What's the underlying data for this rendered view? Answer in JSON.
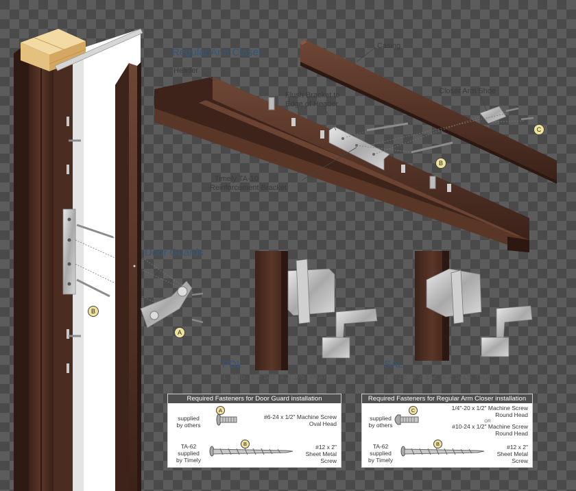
{
  "title": "Regular Arm Closer",
  "labels": {
    "header": "Header",
    "casing": "Casing",
    "flush_bracket_1": "Flush Bracket to",
    "flush_bracket_2": "Edge of Header",
    "shoe": "Closer Arm Shoe",
    "reinforcement_1": "Timely TA-10",
    "reinforcement_2": "Reinforcement Bracket",
    "door_guards": "Door Guards"
  },
  "callouts": {
    "a": "A",
    "b": "B",
    "c": "C"
  },
  "models": [
    {
      "name": "PDL",
      "size": "1 7/16\" x 2 5/8\" x 2 1/8\" high"
    },
    {
      "name": "SAL",
      "size": "1 7/16\" x 2 1/2\" x 2 5/16\" high"
    }
  ],
  "fasteners_door_guard": {
    "heading": "Required Fasteners for Door Guard installation",
    "row1": {
      "supplier_1": "supplied",
      "supplier_2": "by others",
      "badge": "A",
      "desc_1": "#6-24 x 1/2\" Machine Screw",
      "desc_2": "Oval Head"
    },
    "row2": {
      "supplier_1": "TA-62",
      "supplier_2": "supplied",
      "supplier_3": "by Timely",
      "badge": "B",
      "desc_1": "#12 x 2\"",
      "desc_2": "Sheet Metal",
      "desc_3": "Screw"
    }
  },
  "fasteners_arm_closer": {
    "heading": "Required Fasteners for Regular Arm Closer installation",
    "row1": {
      "supplier_1": "supplied",
      "supplier_2": "by others",
      "badge": "C",
      "desc_1": "1/4\"-20 x 1/2\" Machine Screw",
      "desc_2": "Round Head",
      "or": "OR",
      "desc_3": "#10-24 x 1/2\" Machine Screw",
      "desc_4": "Round Head"
    },
    "row2": {
      "supplier_1": "TA-62",
      "supplier_2": "supplied",
      "supplier_3": "by Timely",
      "badge": "B",
      "desc_1": "#12 x 2\"",
      "desc_2": "Sheet Metal",
      "desc_3": "Screw"
    }
  },
  "colors": {
    "frame": "#4e2e22",
    "frame_light": "#6b4332",
    "steel": "#b9b9b9",
    "wood": "#e8c88a",
    "label_blue": "#35557a",
    "badge_fill": "#efe39c"
  }
}
